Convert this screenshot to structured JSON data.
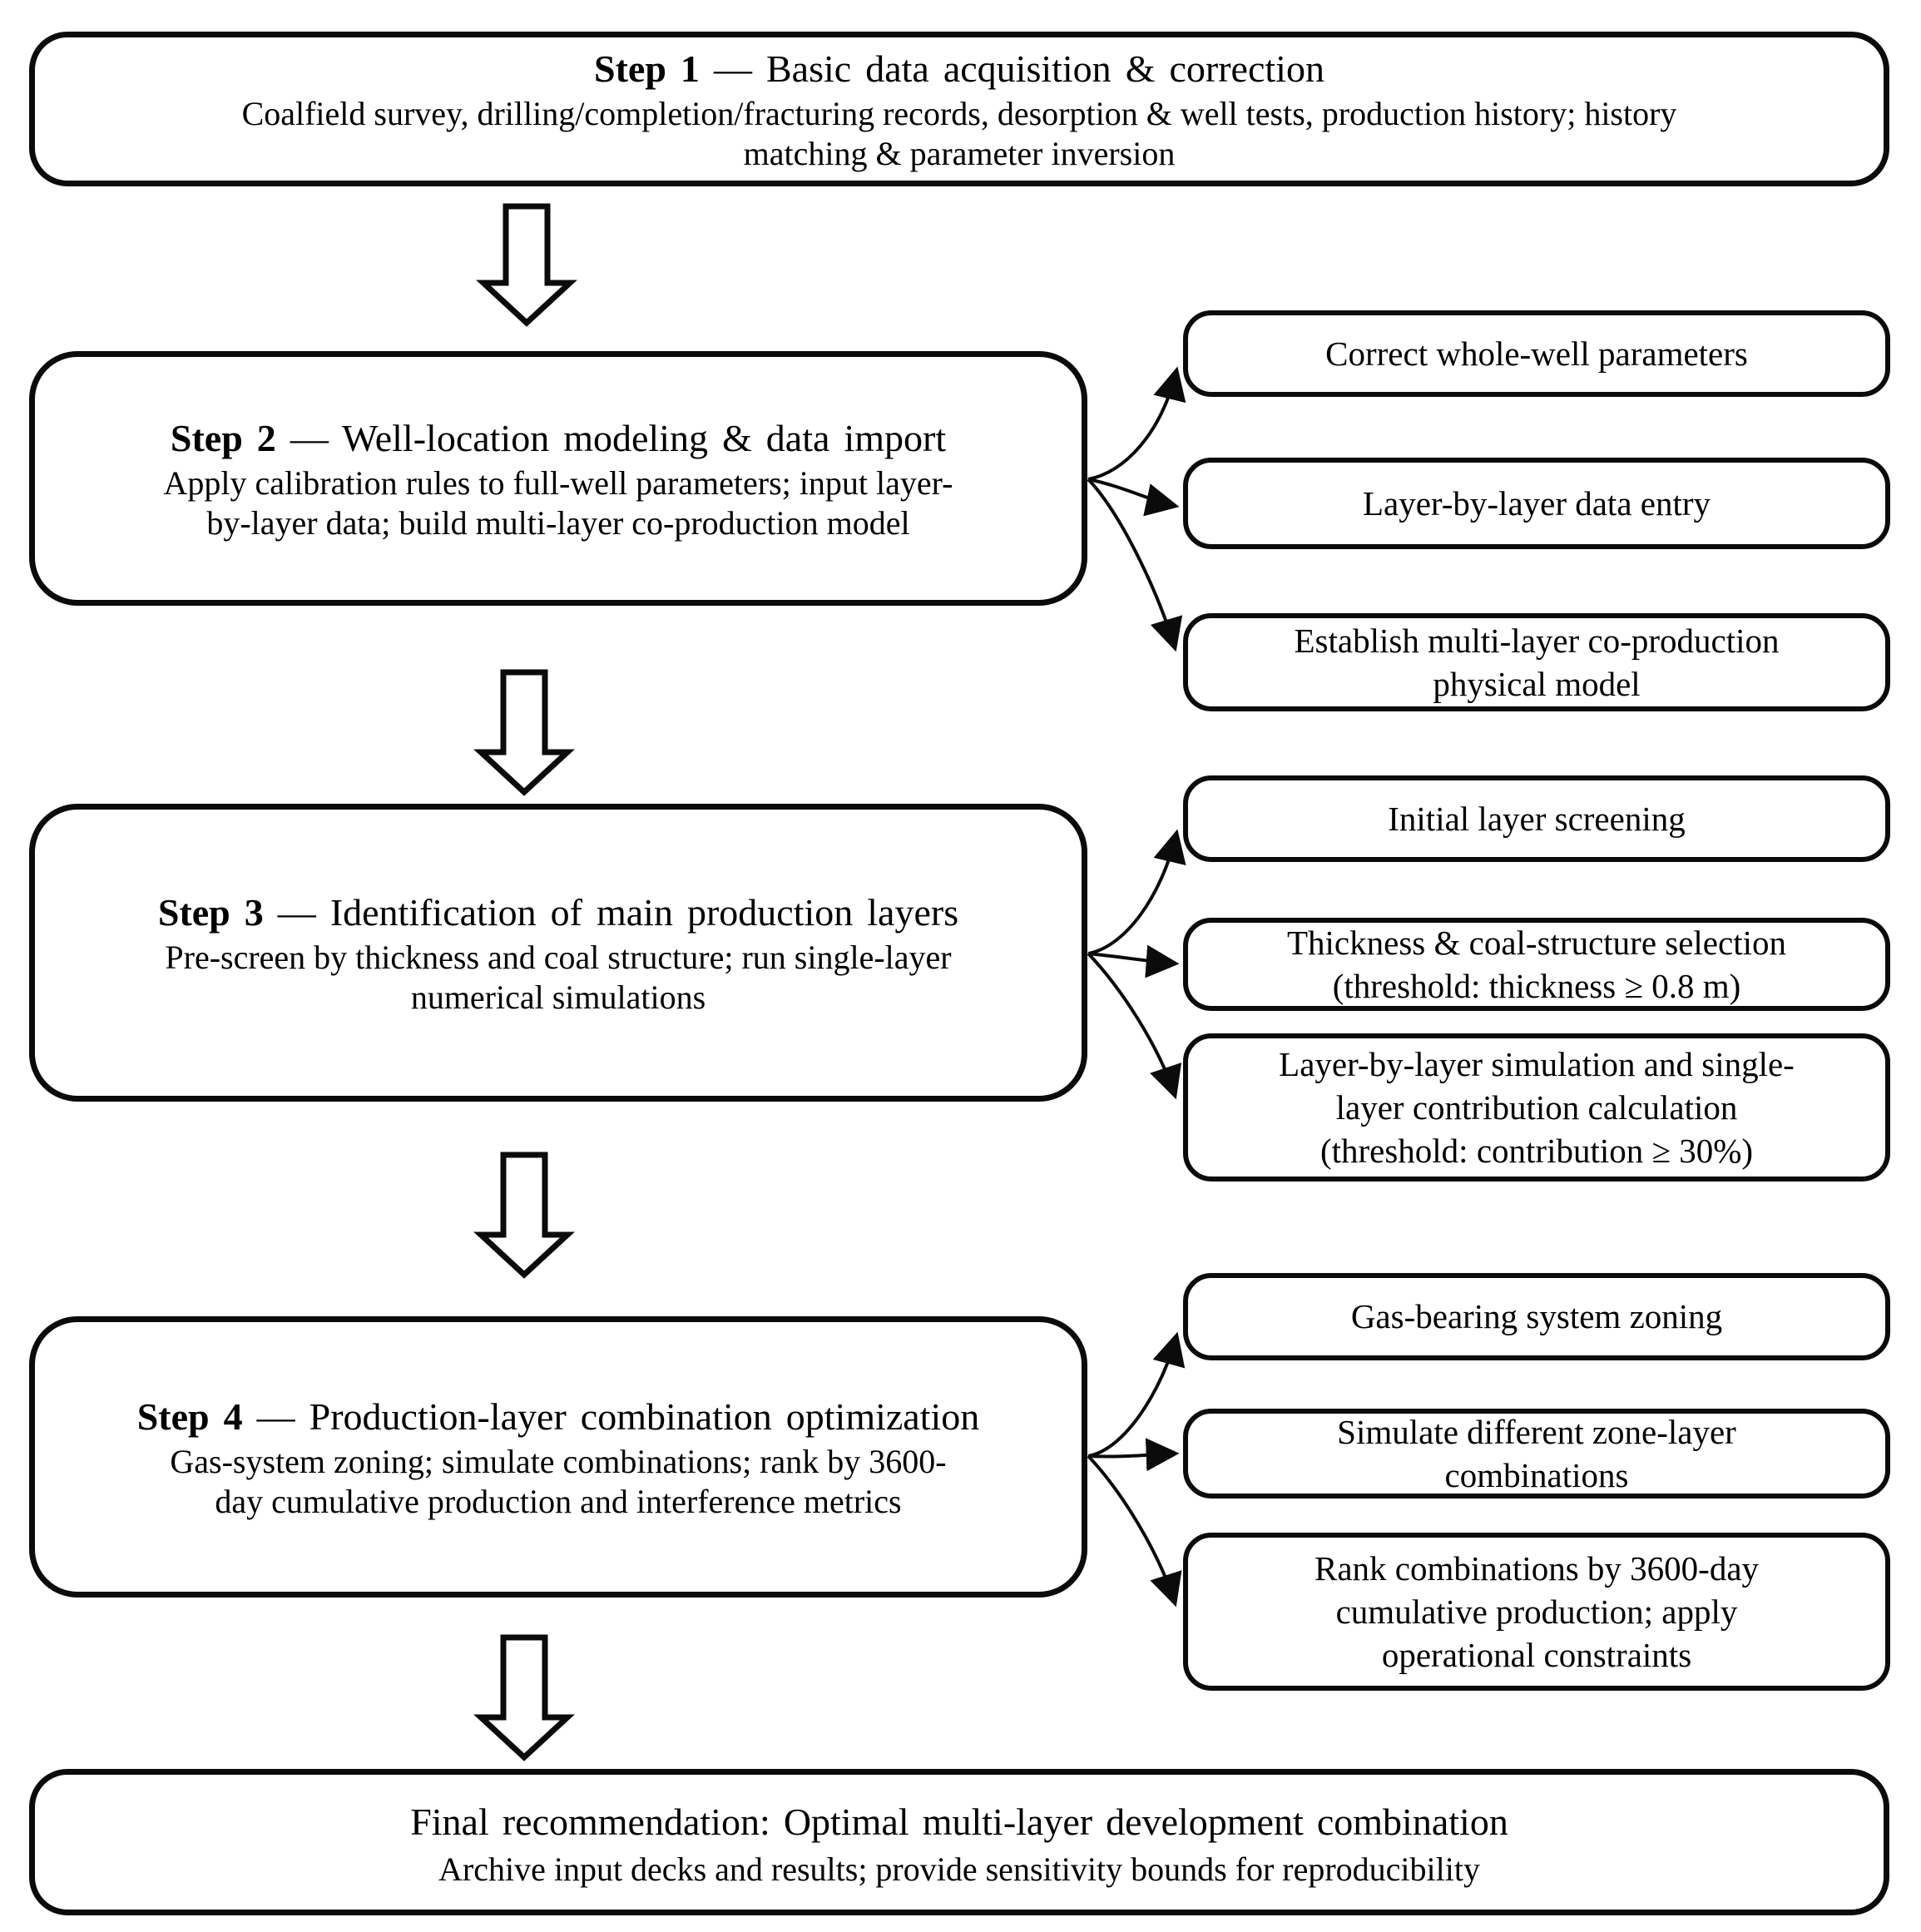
{
  "steps": [
    {
      "title_bold": "Step 1",
      "title_rest": " — Basic data acquisition & correction",
      "body_lines": [
        "Coalfield survey, drilling/completion/fracturing records, desorption & well tests, production history; history",
        "matching & parameter inversion"
      ],
      "side_boxes": []
    },
    {
      "title_bold": "Step 2",
      "title_rest": " — Well-location modeling & data import",
      "body_lines": [
        "Apply calibration rules to full-well parameters; input layer-",
        "by-layer data; build multi-layer co-production model"
      ],
      "side_boxes": [
        [
          "Correct whole-well parameters"
        ],
        [
          "Layer-by-layer data entry"
        ],
        [
          "Establish multi-layer co-production",
          "physical model"
        ]
      ]
    },
    {
      "title_bold": "Step 3",
      "title_rest": " — Identification of main production layers",
      "body_lines": [
        "Pre-screen by thickness and coal structure; run single-layer",
        "numerical simulations"
      ],
      "side_boxes": [
        [
          "Initial layer screening"
        ],
        [
          "Thickness & coal-structure selection",
          "(threshold: thickness ≥ 0.8 m)"
        ],
        [
          "Layer-by-layer simulation and single-",
          "layer contribution calculation",
          "(threshold: contribution ≥ 30%)"
        ]
      ]
    },
    {
      "title_bold": "Step 4",
      "title_rest": " — Production-layer combination optimization",
      "body_lines": [
        "Gas-system zoning; simulate combinations; rank by 3600-",
        "day cumulative production and interference metrics"
      ],
      "side_boxes": [
        [
          "Gas-bearing system zoning"
        ],
        [
          "Simulate different zone-layer",
          "combinations"
        ],
        [
          "Rank combinations by 3600-day",
          "cumulative production; apply",
          "operational constraints"
        ]
      ]
    }
  ],
  "final": {
    "title": "Final recommendation: Optimal multi-layer development combination",
    "body": "Archive input decks and results; provide sensitivity bounds for reproducibility"
  },
  "colors": {
    "line": "#0b0b0b",
    "box_fill": "#ffffff"
  }
}
